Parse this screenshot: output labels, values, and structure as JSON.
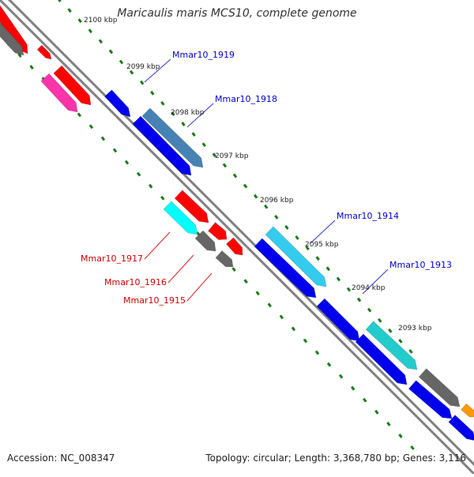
{
  "title": "Maricaulis maris MCS10, complete genome",
  "footer": {
    "accession": "Accession: NC_008347",
    "summary": "Topology: circular; Length: 3,368,780 bp; Genes: 3,116"
  },
  "colors": {
    "backbone": "#808080",
    "tick": "#1a7a1a",
    "label_forward": "#0000cc",
    "label_reverse": "#cc0000",
    "callout_forward": "#3333cc",
    "callout_reverse": "#dd2222"
  },
  "kbp_markers": [
    {
      "label": "2100 kbp"
    },
    {
      "label": "2099 kbp"
    },
    {
      "label": "2098 kbp"
    },
    {
      "label": "2097 kbp"
    },
    {
      "label": "2096 kbp"
    },
    {
      "label": "2095 kbp"
    },
    {
      "label": "2094 kbp"
    },
    {
      "label": "2093 kbp"
    }
  ],
  "gene_labels": [
    {
      "text": "Mmar10_1919",
      "strand": "forward"
    },
    {
      "text": "Mmar10_1918",
      "strand": "forward"
    },
    {
      "text": "Mmar10_1914",
      "strand": "forward"
    },
    {
      "text": "Mmar10_1913",
      "strand": "forward"
    },
    {
      "text": "Mmar10_1917",
      "strand": "reverse"
    },
    {
      "text": "Mmar10_1916",
      "strand": "reverse"
    },
    {
      "text": "Mmar10_1915",
      "strand": "reverse"
    }
  ],
  "features": [
    {
      "color": "#ff0000",
      "direction": "forward"
    },
    {
      "color": "#666666",
      "direction": "forward"
    },
    {
      "color": "#ff0000",
      "direction": "forward"
    },
    {
      "color": "#ff0000",
      "direction": "forward"
    },
    {
      "color": "#ff33aa",
      "direction": "forward"
    },
    {
      "color": "#0000ee",
      "direction": "forward"
    },
    {
      "color": "#4682b4",
      "direction": "forward"
    },
    {
      "color": "#0000ee",
      "direction": "forward"
    },
    {
      "color": "#ff0000",
      "direction": "forward"
    },
    {
      "color": "#00ffff",
      "direction": "forward"
    },
    {
      "color": "#ff0000",
      "direction": "forward"
    },
    {
      "color": "#666666",
      "direction": "forward"
    },
    {
      "color": "#ff0000",
      "direction": "forward"
    },
    {
      "color": "#666666",
      "direction": "forward"
    },
    {
      "color": "#33ccee",
      "direction": "forward"
    },
    {
      "color": "#0000ee",
      "direction": "forward"
    },
    {
      "color": "#0000ee",
      "direction": "forward"
    },
    {
      "color": "#0000ee",
      "direction": "forward"
    },
    {
      "color": "#22cccc",
      "direction": "forward"
    },
    {
      "color": "#666666",
      "direction": "forward"
    },
    {
      "color": "#0000ee",
      "direction": "forward"
    },
    {
      "color": "#ff9900",
      "direction": "forward"
    },
    {
      "color": "#0000ee",
      "direction": "forward"
    }
  ]
}
